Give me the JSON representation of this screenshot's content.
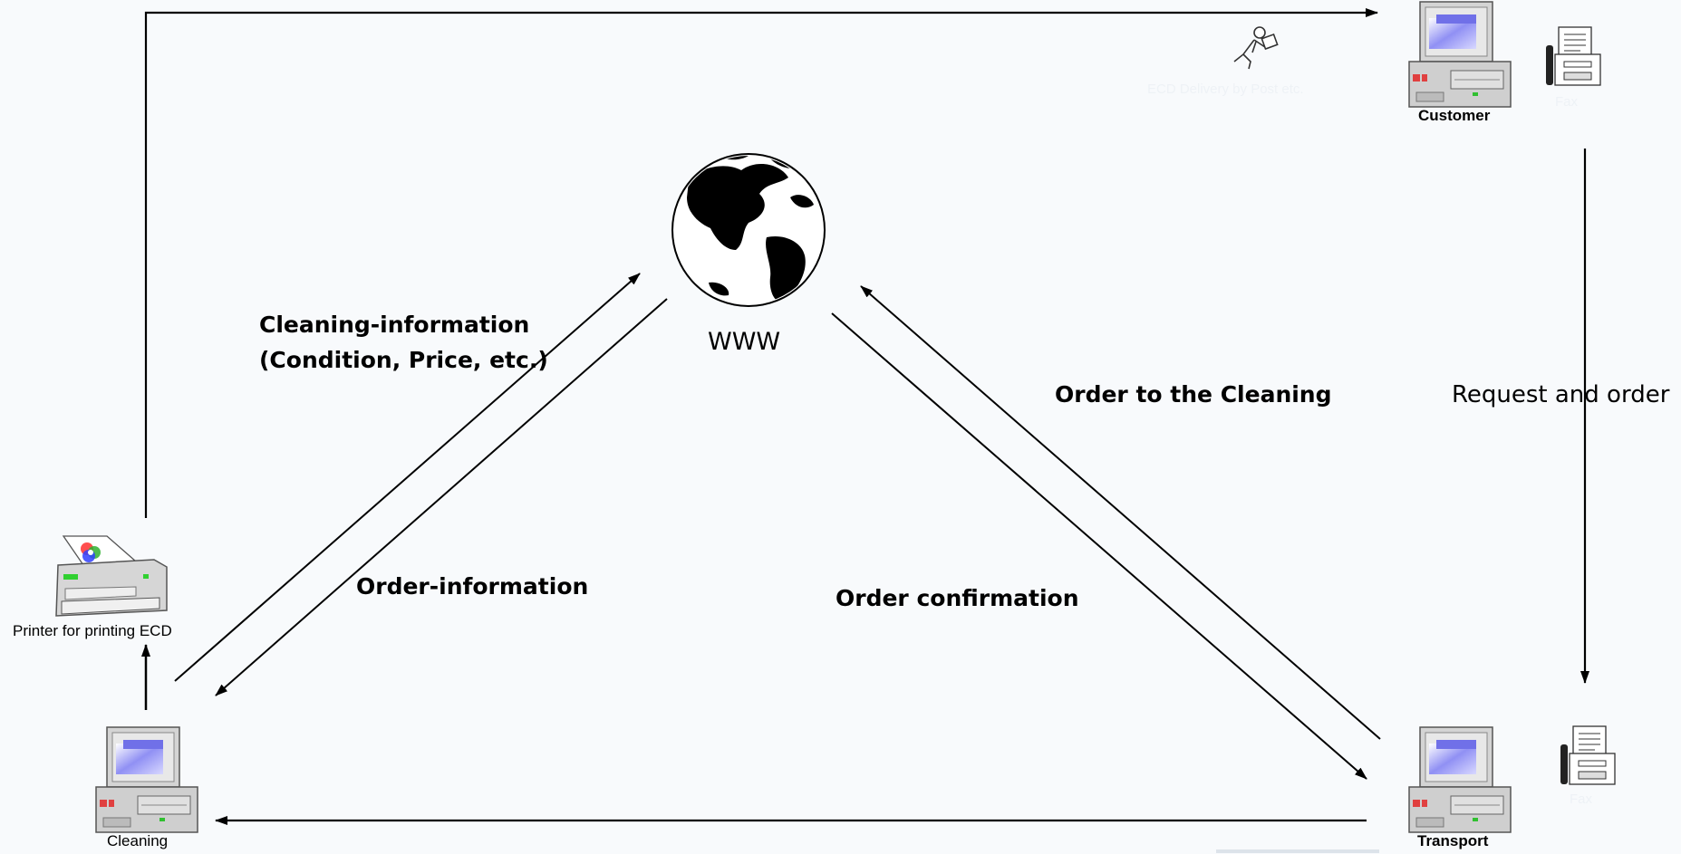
{
  "nodes": {
    "customer": "Customer",
    "transport": "Transport",
    "cleaning": "Cleaning",
    "printer": "Printer for printing ECD",
    "www": "WWW",
    "fax_top": "Fax",
    "fax_bottom": "Fax",
    "courier": "ECD Delivery by Post etc."
  },
  "edges": {
    "cleaning_info_1": "Cleaning-information",
    "cleaning_info_2": "(Condition, Price, etc.)",
    "order_info": "Order-information",
    "order_confirmation": "Order confirmation",
    "order_to_cleaning": "Order to the Cleaning",
    "request_and_order": "Request and order"
  },
  "colors": {
    "background": "#f8fafc",
    "line": "#000000",
    "screen_blue": "#8080f0",
    "pc_body": "#c8c8c8"
  }
}
